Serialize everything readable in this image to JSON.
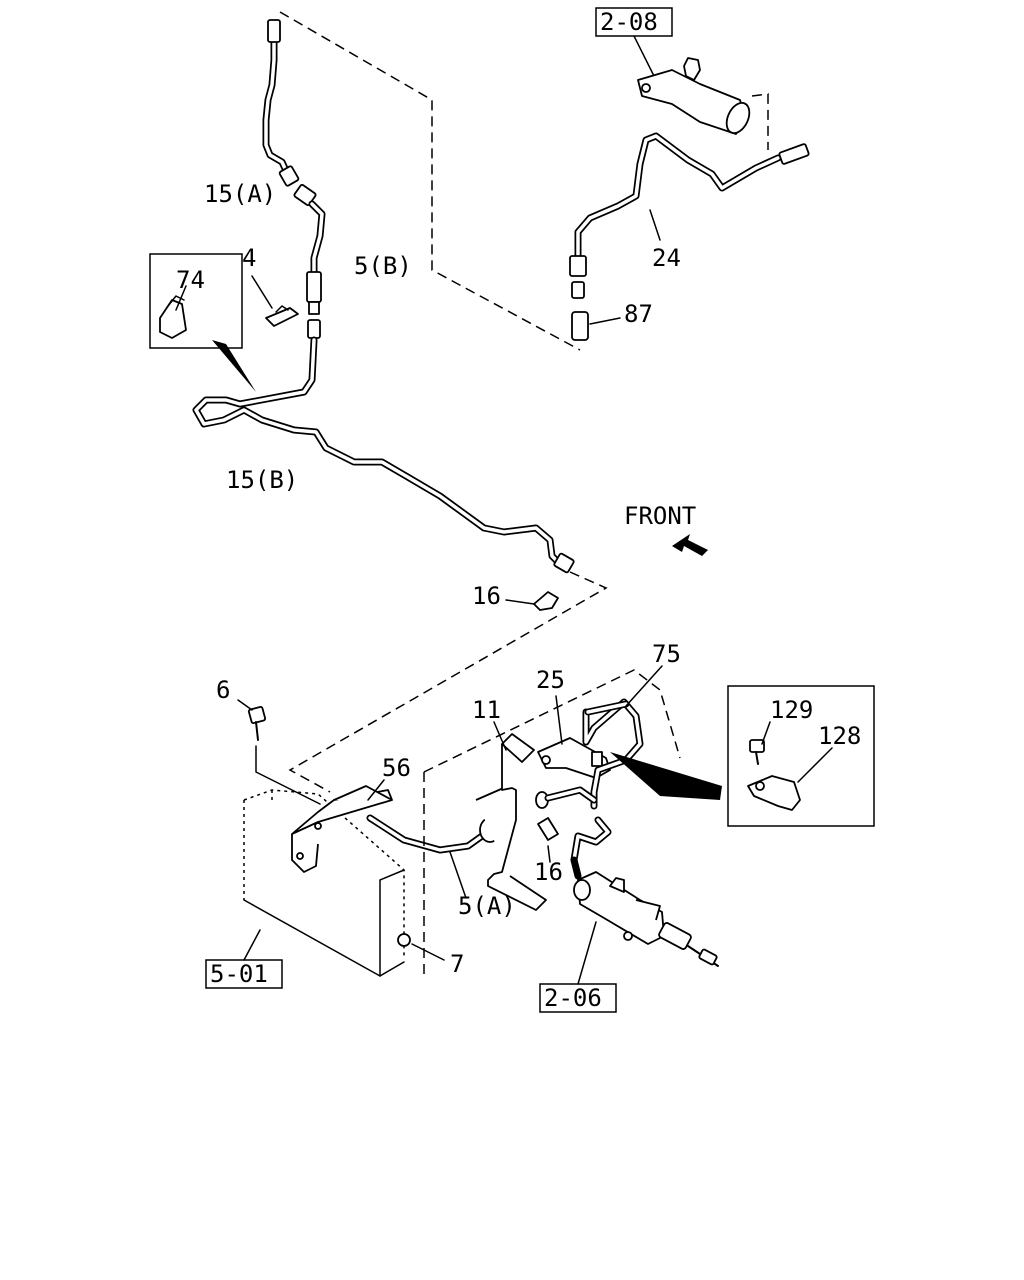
{
  "labels": {
    "p15a": "15(A)",
    "p5b": "5(B)",
    "p4": "4",
    "p74": "74",
    "p15b": "15(B)",
    "p2_08": "2-08",
    "p24": "24",
    "p87": "87",
    "front": "FRONT",
    "p16a": "16",
    "p6": "6",
    "p56": "56",
    "p11": "11",
    "p25": "25",
    "p75": "75",
    "p129": "129",
    "p128": "128",
    "p16b": "16",
    "p5a": "5(A)",
    "p7": "7",
    "p5_01": "5-01",
    "p2_06": "2-06"
  }
}
